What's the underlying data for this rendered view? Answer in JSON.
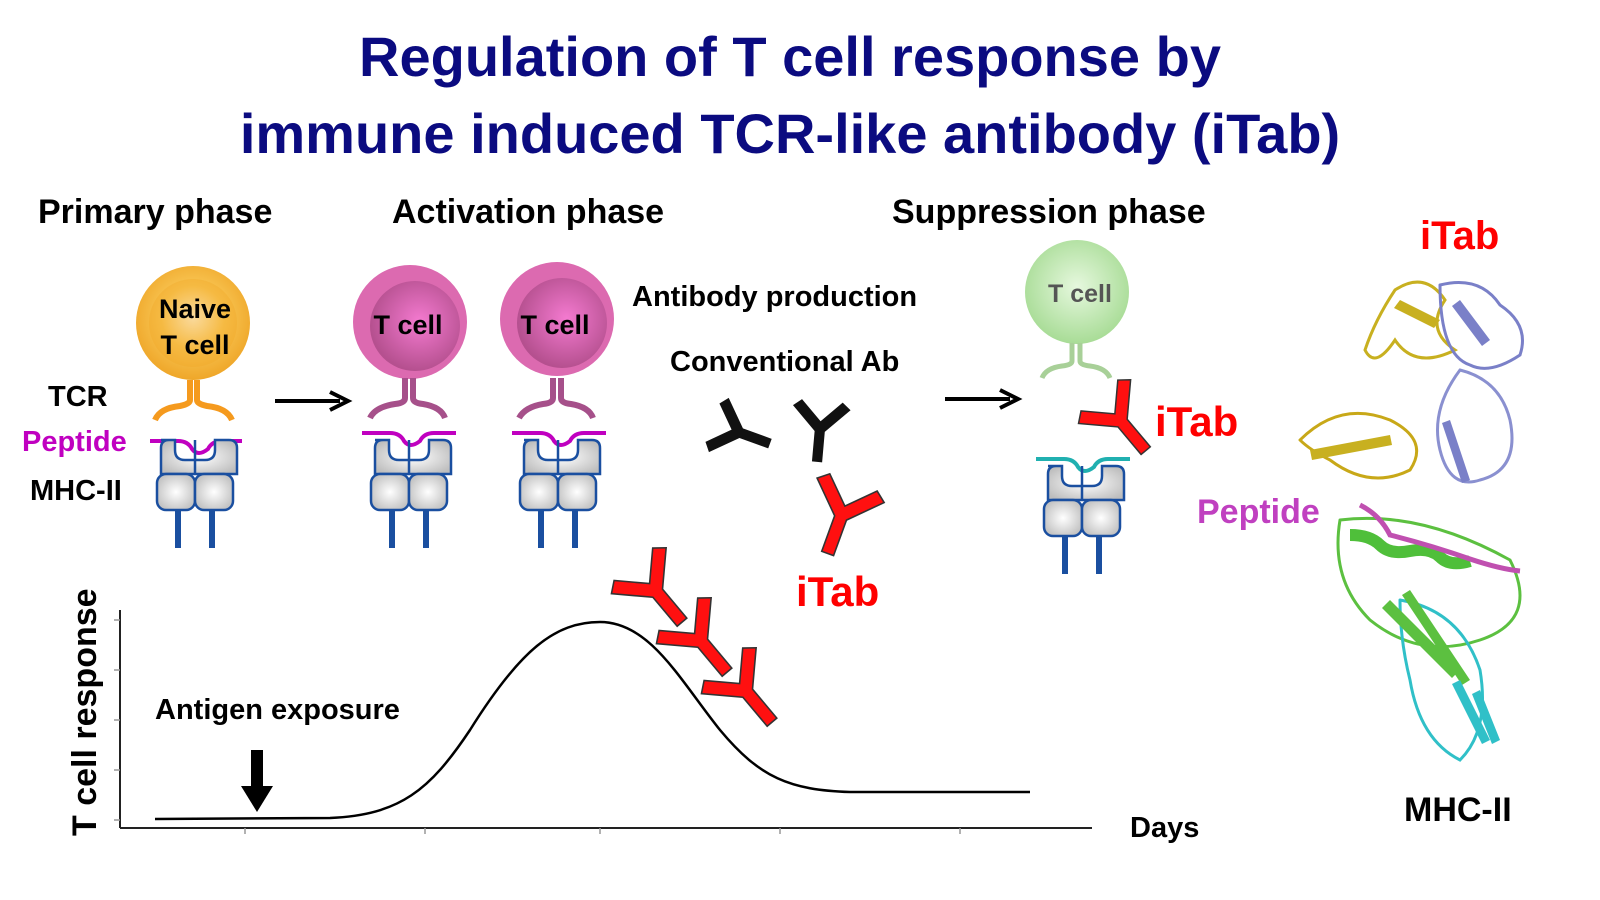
{
  "title": {
    "line1": "Regulation of T cell response by",
    "line2": "immune induced TCR-like antibody (iTab)"
  },
  "phases": {
    "primary": "Primary phase",
    "activation": "Activation phase",
    "suppression": "Suppression phase"
  },
  "cells": {
    "naive_line1": "Naive",
    "naive_line2": "T cell",
    "activated": "T cell",
    "suppressed": "T cell"
  },
  "labels": {
    "tcr": "TCR",
    "peptide": "Peptide",
    "mhc": "MHC-II",
    "antibody_production": "Antibody production",
    "conventional_ab": "Conventional Ab",
    "itab_middle": "iTab",
    "itab_suppression": "iTab",
    "structure_itab": "iTab",
    "structure_peptide": "Peptide",
    "structure_mhc": "MHC-II"
  },
  "graph": {
    "ylabel": "T cell response",
    "xlabel": "Days",
    "annotation": "Antigen exposure"
  },
  "colors": {
    "title": "#0b0b80",
    "itab": "#ff0000",
    "peptide": "#c000c0",
    "naive": "#f5a623",
    "activated": "#d960a8",
    "suppressed": "#b8e6a8",
    "mhc_stem": "#1a4fa0"
  }
}
